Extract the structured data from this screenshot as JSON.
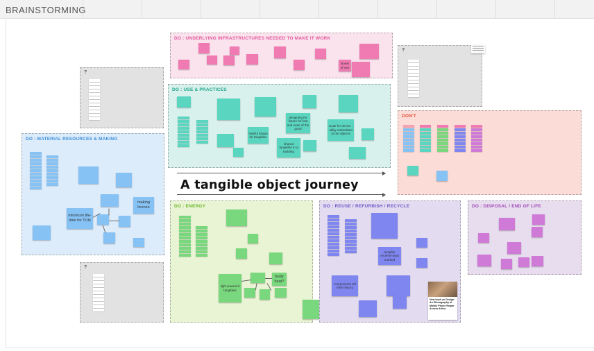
{
  "board": {
    "title": "BRAINSTORMING"
  },
  "colors": {
    "pink_frame": "#fbe3ee",
    "teal_frame": "#d8f1ec",
    "blue_frame": "#ddecfb",
    "red_frame": "#fcdcd6",
    "green_frame": "#e9f4d4",
    "purple_frame": "#e3dcf1",
    "lilac_frame": "#e8dcef",
    "grey_frame": "#e2e2e2",
    "pink_note": "#f07ab2",
    "teal_note": "#5ad6c0",
    "blue_note": "#86c2f4",
    "green_note": "#79d77d",
    "purple_note": "#7f86f0",
    "lilac_note": "#d07ad8"
  },
  "frames": {
    "infrastructure": "DO : UNDERLYING INFRASTRUCTURES NEEDED TO MAKE IT WORK",
    "use": "DO : USE & PRACTICES",
    "material": "DO : MATERIAL RESOURCES & MAKING",
    "dont": "DON'T",
    "energy": "DO : ENERGY",
    "reuse": "DO : REUSE / REFURBISH / RECYCLE",
    "disposal": "DO : DISPOSAL / END OF LIFE",
    "question": "?"
  },
  "journey_title": "A tangible object journey",
  "stickies": {
    "shared_tangibles": "shared tangibles in a building",
    "scale_device": "scale for device : utility embedded in the objects",
    "designing_future": "designing for fixture for fast and ease of the good",
    "helpful_shape": "helpful shape for tangibles",
    "minimum_lifetime": "minimum life-time for TUIs",
    "making_license": "making license",
    "light_powered": "light powered tangibles",
    "body_heat": "body heat?",
    "components_history": "components tell their history",
    "tangible_receive": "tangible receive hand marked",
    "stores_of_use": "stores of use",
    "article_caption": "New book on Design: An Ethnography of Mobile Phone Repair Across Africa"
  }
}
